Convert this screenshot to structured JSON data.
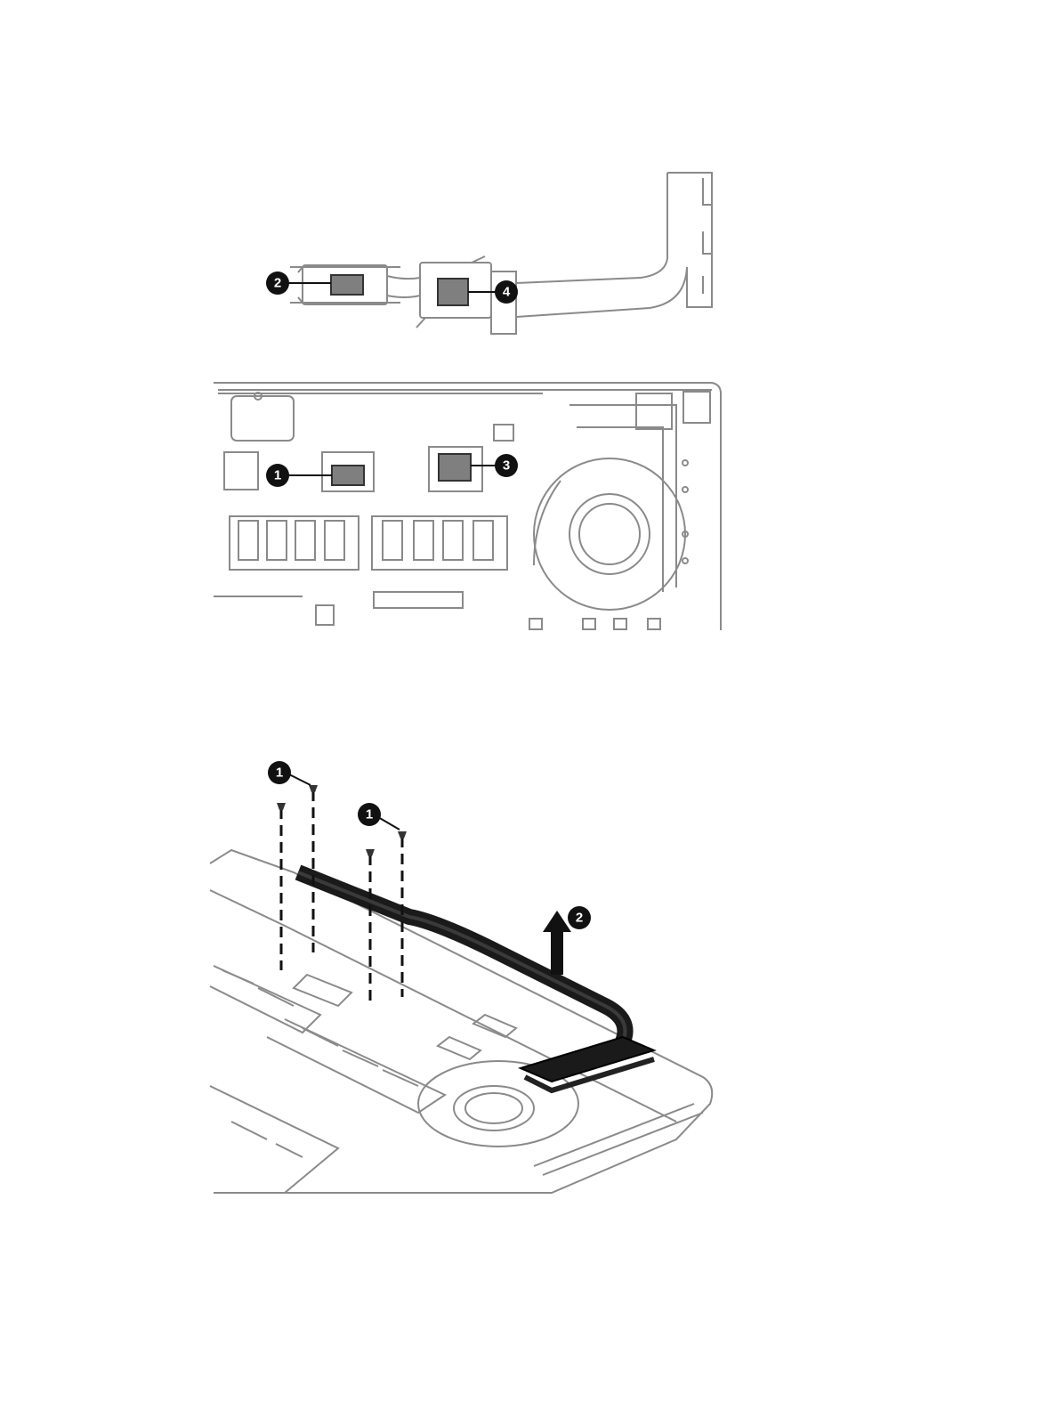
{
  "figure_top": {
    "callouts": [
      {
        "id": "c2",
        "label": "2"
      },
      {
        "id": "c4",
        "label": "4"
      }
    ]
  },
  "figure_middle": {
    "callouts": [
      {
        "id": "c1",
        "label": "1"
      },
      {
        "id": "c3",
        "label": "3"
      }
    ]
  },
  "figure_bottom": {
    "callouts": [
      {
        "id": "c1a",
        "label": "1"
      },
      {
        "id": "c1b",
        "label": "1"
      },
      {
        "id": "c2",
        "label": "2"
      }
    ]
  },
  "colors": {
    "line": "#8a8a8a",
    "pad": "#7f7f7f",
    "heatpipe": "#1a1a1a",
    "callout": "#111111"
  }
}
